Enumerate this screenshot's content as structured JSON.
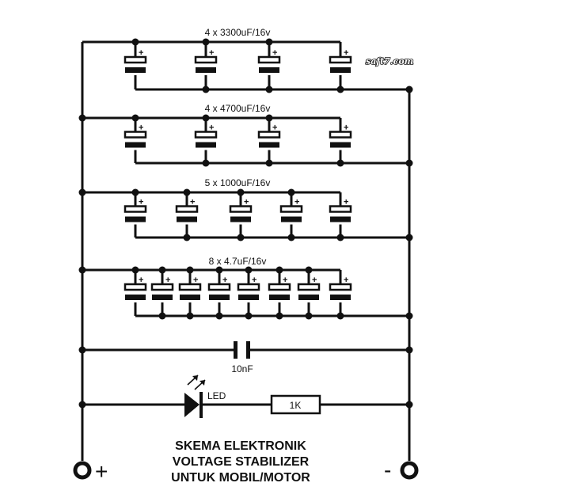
{
  "diagram": {
    "type": "circuit-schematic",
    "title_lines": [
      "SKEMA ELEKTRONIK",
      "VOLTAGE STABILIZER",
      "UNTUK MOBIL/MOTOR"
    ],
    "watermark": "saft7.com",
    "capacitor_banks": [
      {
        "label": "4 x 3300uF/16v",
        "count": 4,
        "type": "electrolytic"
      },
      {
        "label": "4 x 4700uF/16v",
        "count": 4,
        "type": "electrolytic"
      },
      {
        "label": "5 x 1000uF/16v",
        "count": 5,
        "type": "electrolytic"
      },
      {
        "label": "8 x 4.7uF/16v",
        "count": 8,
        "type": "electrolytic"
      }
    ],
    "polarity_mark": "+",
    "ceramic_capacitor": {
      "label": "10nF"
    },
    "led": {
      "label": "LED"
    },
    "resistor": {
      "label": "1K"
    },
    "terminals": {
      "positive": "+",
      "negative": "-"
    }
  }
}
